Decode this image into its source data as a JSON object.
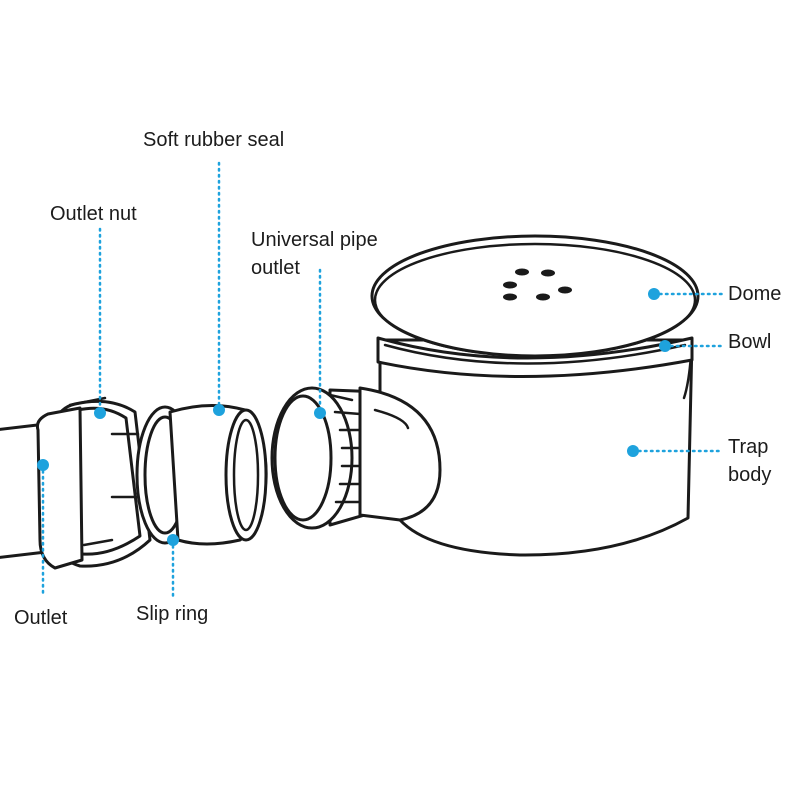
{
  "colors": {
    "accent": "#1ea2dd",
    "ink": "#1a1a1a"
  },
  "labels": {
    "soft_rubber_seal": "Soft rubber seal",
    "outlet_nut": "Outlet nut",
    "universal_pipe_outlet_line1": "Universal pipe",
    "universal_pipe_outlet_line2": "outlet",
    "dome": "Dome",
    "bowl": "Bowl",
    "trap_body_line1": "Trap",
    "trap_body_line2": "body",
    "outlet": "Outlet",
    "slip_ring": "Slip ring"
  }
}
